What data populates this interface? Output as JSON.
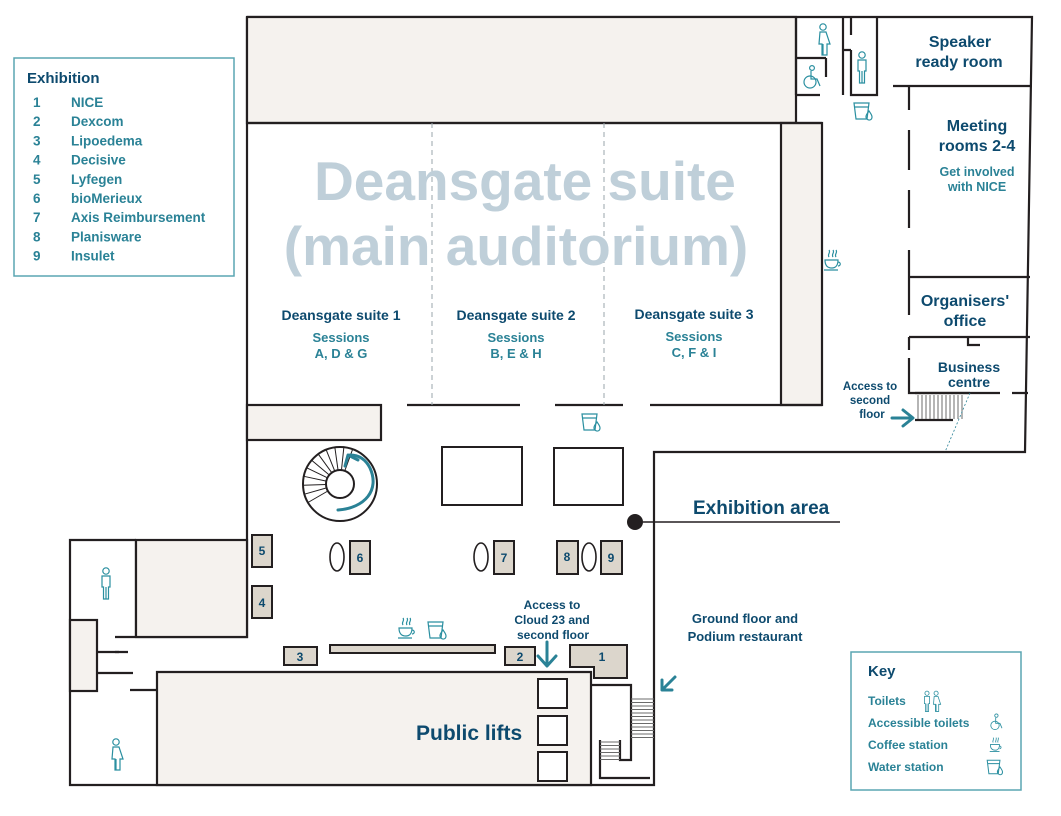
{
  "title": "Deansgate suite (main auditorium)",
  "title_lines": [
    "Deansgate suite",
    "(main auditorium)"
  ],
  "exhibition": {
    "heading": "Exhibition",
    "items": [
      {
        "num": "1",
        "name": "NICE"
      },
      {
        "num": "2",
        "name": "Dexcom"
      },
      {
        "num": "3",
        "name": "Lipoedema"
      },
      {
        "num": "4",
        "name": "Decisive"
      },
      {
        "num": "5",
        "name": "Lyfegen"
      },
      {
        "num": "6",
        "name": "bioMerieux"
      },
      {
        "num": "7",
        "name": "Axis Reimbursement"
      },
      {
        "num": "8",
        "name": "Planisware"
      },
      {
        "num": "9",
        "name": "Insulet"
      }
    ]
  },
  "suites": [
    {
      "name": "Deansgate suite 1",
      "sessions_label": "Sessions",
      "sessions": "A, D & G"
    },
    {
      "name": "Deansgate suite 2",
      "sessions_label": "Sessions",
      "sessions": "B, E & H"
    },
    {
      "name": "Deansgate suite 3",
      "sessions_label": "Sessions",
      "sessions": "C, F & I"
    }
  ],
  "rooms": {
    "speaker": [
      "Speaker",
      "ready room"
    ],
    "meeting": [
      "Meeting",
      "rooms 2-4"
    ],
    "meeting_sub": [
      "Get involved",
      "with NICE"
    ],
    "organisers": [
      "Organisers'",
      "office"
    ],
    "business": [
      "Business",
      "centre"
    ],
    "public_lifts": "Public lifts",
    "exhibition_area": "Exhibition area"
  },
  "access": {
    "second_floor": [
      "Access to",
      "second",
      "floor"
    ],
    "cloud23": [
      "Access to",
      "Cloud 23 and",
      "second floor"
    ],
    "ground": [
      "Ground floor and",
      "Podium restaurant"
    ]
  },
  "booth_labels": [
    "1",
    "2",
    "3",
    "4",
    "5",
    "6",
    "7",
    "8",
    "9"
  ],
  "key": {
    "heading": "Key",
    "items": [
      {
        "label": "Toilets",
        "icon": "toilets-icon"
      },
      {
        "label": "Accessible toilets",
        "icon": "accessible-toilet-icon"
      },
      {
        "label": "Coffee station",
        "icon": "coffee-icon"
      },
      {
        "label": "Water station",
        "icon": "water-icon"
      }
    ]
  },
  "colors": {
    "dark_text": "#0d4a6e",
    "teal_text": "#2a8296",
    "ghost_title": "#bfcfd9",
    "room_fill": "#f5f2ee",
    "booth_fill": "#dcd6cc"
  }
}
